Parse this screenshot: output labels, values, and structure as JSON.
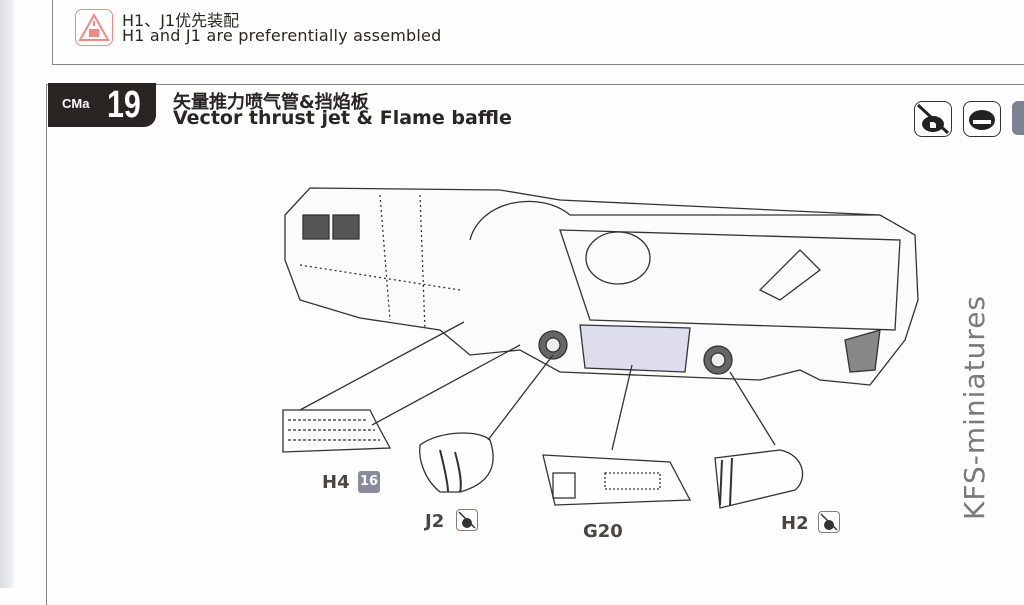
{
  "note": {
    "text_cn": "H1、J1优先装配",
    "text_en": "H1 and J1 are preferentially assembled",
    "warning_color": "#f08a8a"
  },
  "step": {
    "prefix": "CMa",
    "number": "19",
    "title_cn": "矢量推力喷气管&挡焰板",
    "title_en": "Vector thrust jet & Flame baffle"
  },
  "parts": [
    {
      "label": "H4",
      "quantity": "16"
    },
    {
      "label": "J2"
    },
    {
      "label": "G20"
    },
    {
      "label": "H2"
    }
  ],
  "watermark": "KFS-miniatures"
}
